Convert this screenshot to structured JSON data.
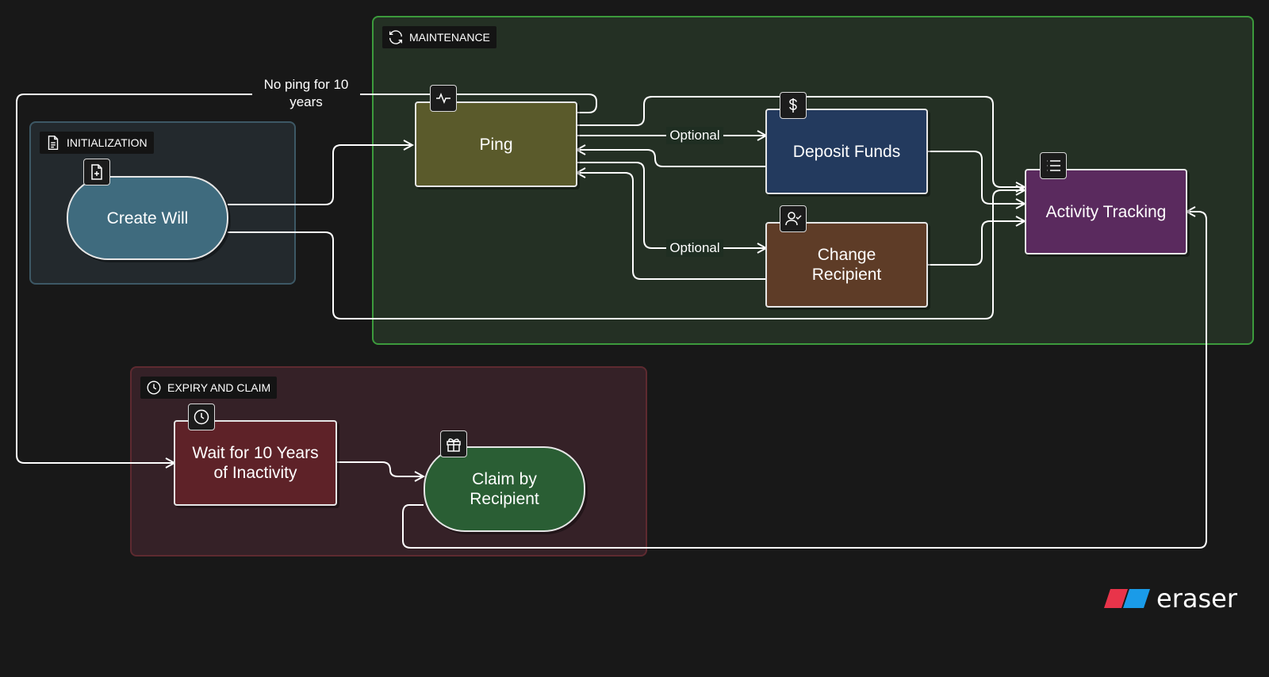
{
  "groups": {
    "initialization": {
      "label": "INITIALIZATION",
      "icon": "file-text-icon",
      "color": "#44606b"
    },
    "maintenance": {
      "label": "MAINTENANCE",
      "icon": "refresh-icon",
      "color": "#3c9a3c"
    },
    "expiry": {
      "label": "EXPIRY AND CLAIM",
      "icon": "clock-icon",
      "color": "#6e2a2f"
    }
  },
  "nodes": {
    "create_will": {
      "label": "Create Will",
      "icon": "file-plus-icon",
      "color": "#3f6b7e"
    },
    "ping": {
      "label": "Ping",
      "icon": "activity-icon",
      "color": "#5a5a2b"
    },
    "deposit_funds": {
      "label": "Deposit Funds",
      "icon": "dollar-icon",
      "color": "#233a5e"
    },
    "change_recipient": {
      "label": "Change\nRecipient",
      "icon": "user-check-icon",
      "color": "#5e3c27"
    },
    "activity_tracking": {
      "label": "Activity Tracking",
      "icon": "list-icon",
      "color": "#5a2a5e"
    },
    "wait": {
      "label": "Wait for 10 Years\nof Inactivity",
      "icon": "clock-icon",
      "color": "#5e2228"
    },
    "claim": {
      "label": "Claim by\nRecipient",
      "icon": "gift-icon",
      "color": "#2a5e34"
    }
  },
  "edge_labels": {
    "no_ping": "No ping for 10\nyears",
    "optional_deposit": "Optional",
    "optional_change": "Optional"
  },
  "brand": {
    "name": "eraser",
    "colors": [
      "#e8344a",
      "#1a9be8"
    ]
  }
}
